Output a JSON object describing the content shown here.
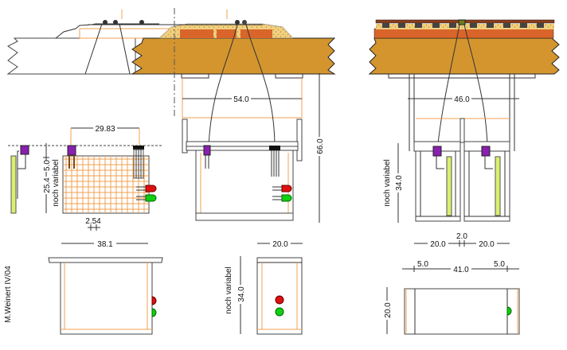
{
  "drawing": {
    "author_note": "M.Weinert IV/04",
    "colors": {
      "wood": "#d4952f",
      "ballast": "#f0d080",
      "cork": "#d9652a",
      "pcb_grid": "#f0a050",
      "sensor_purple": "#8a1fb0",
      "led_red": "#e01010",
      "led_green": "#10d010",
      "light_bar": "#d8f070"
    },
    "side_view": {
      "width_dim": "54.0",
      "height_dim": "66.0"
    },
    "end_view": {
      "width_dim": "46.0",
      "height_dim": "34.0",
      "height_note": "noch variabel"
    },
    "pcb": {
      "pitch_dim": "29.83",
      "top_offset_dim": "5.0",
      "height_dim": "25.4",
      "height_note": "noch variabel",
      "grid_dim": "2.54"
    },
    "box_front": {
      "width_dim": "38.1"
    },
    "box_side": {
      "width_dim": "20.0",
      "height_dim": "34.0",
      "height_note": "noch variabel"
    },
    "box_double": {
      "left_width_dim": "20.0",
      "gap_dim": "2.0",
      "right_width_dim": "20.0",
      "left_margin_dim": "5.0",
      "inner_width_dim": "41.0",
      "right_margin_dim": "5.0",
      "height_dim": "20.0"
    }
  }
}
